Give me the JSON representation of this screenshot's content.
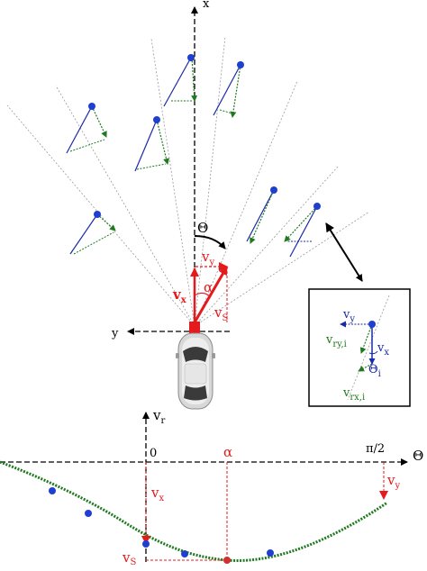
{
  "top_axes": {
    "x_label": "x",
    "y_label": "y"
  },
  "angle_label": "Θ",
  "vehicle_vectors": {
    "vy": "v",
    "vy_sub": "y",
    "vx": "v",
    "vx_sub": "x",
    "alpha": "α",
    "vs": "v",
    "vs_sub": "S"
  },
  "inset": {
    "vy": "v",
    "vy_sub": "y",
    "vry": "v",
    "vry_sub": "ry,i",
    "vx": "v",
    "vx_sub": "x",
    "theta_i": "Θ",
    "theta_i_sub": "i",
    "vrx": "v",
    "vrx_sub": "rx,i"
  },
  "bottom_plot": {
    "y_axis": "v",
    "y_axis_sub": "r",
    "x_axis": "Θ",
    "zero": "0",
    "alpha": "α",
    "pi_half": "π/2",
    "vx": "v",
    "vx_sub": "x",
    "vy": "v",
    "vy_sub": "y",
    "vs": "v",
    "vs_sub": "S"
  },
  "colors": {
    "red": "#e41a1c",
    "blue": "#1a2aa8",
    "green": "#1f7a1f",
    "dot": "#1f3fd0",
    "ray": "#9a9a9a"
  }
}
